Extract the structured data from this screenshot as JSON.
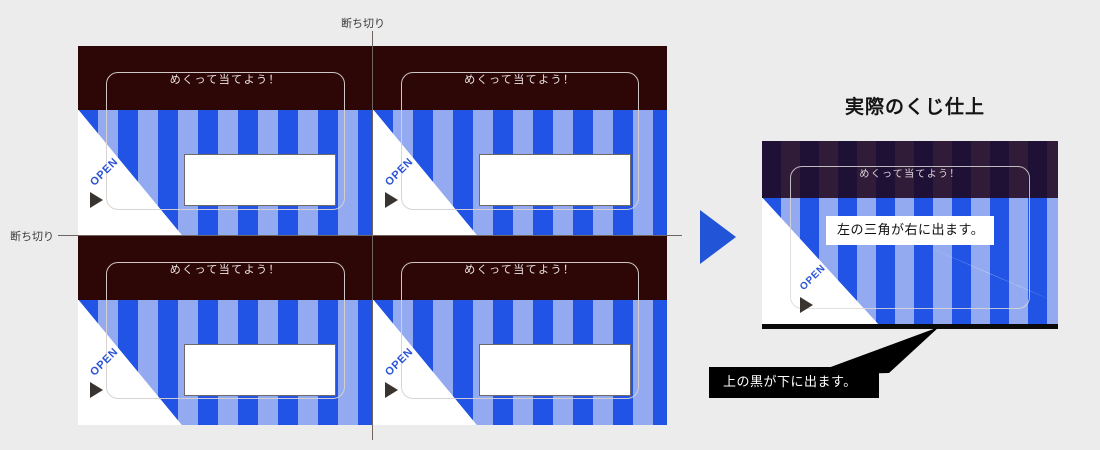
{
  "sheet": {
    "cards": [
      {
        "header_title": "めくって当てよう！",
        "open_label": "OPEN"
      },
      {
        "header_title": "めくって当てよう！",
        "open_label": "OPEN"
      },
      {
        "header_title": "めくって当てよう！",
        "open_label": "OPEN"
      },
      {
        "header_title": "めくって当てよう！",
        "open_label": "OPEN"
      }
    ]
  },
  "trim": {
    "top_label": "断ち切り",
    "left_label": "断ち切り"
  },
  "preview": {
    "title": "実際のくじ仕上",
    "header_title": "めくって当てよう！",
    "open_label": "OPEN",
    "callout_white": "左の三角が右に出ます。",
    "callout_black": "上の黒が下に出ます。"
  },
  "icons": {
    "play_arrow": "play-arrow-icon",
    "open_arrow": "triangle-right-icon"
  },
  "colors": {
    "background": "#ececec",
    "header_dark": "#2d0606",
    "stripe_dark_blue": "#2154e4",
    "stripe_light_blue": "#93aaf0",
    "accent_blue": "#2154d6",
    "callout_black": "#000000",
    "callout_white": "#ffffff",
    "trim_line": "#6e6460"
  }
}
